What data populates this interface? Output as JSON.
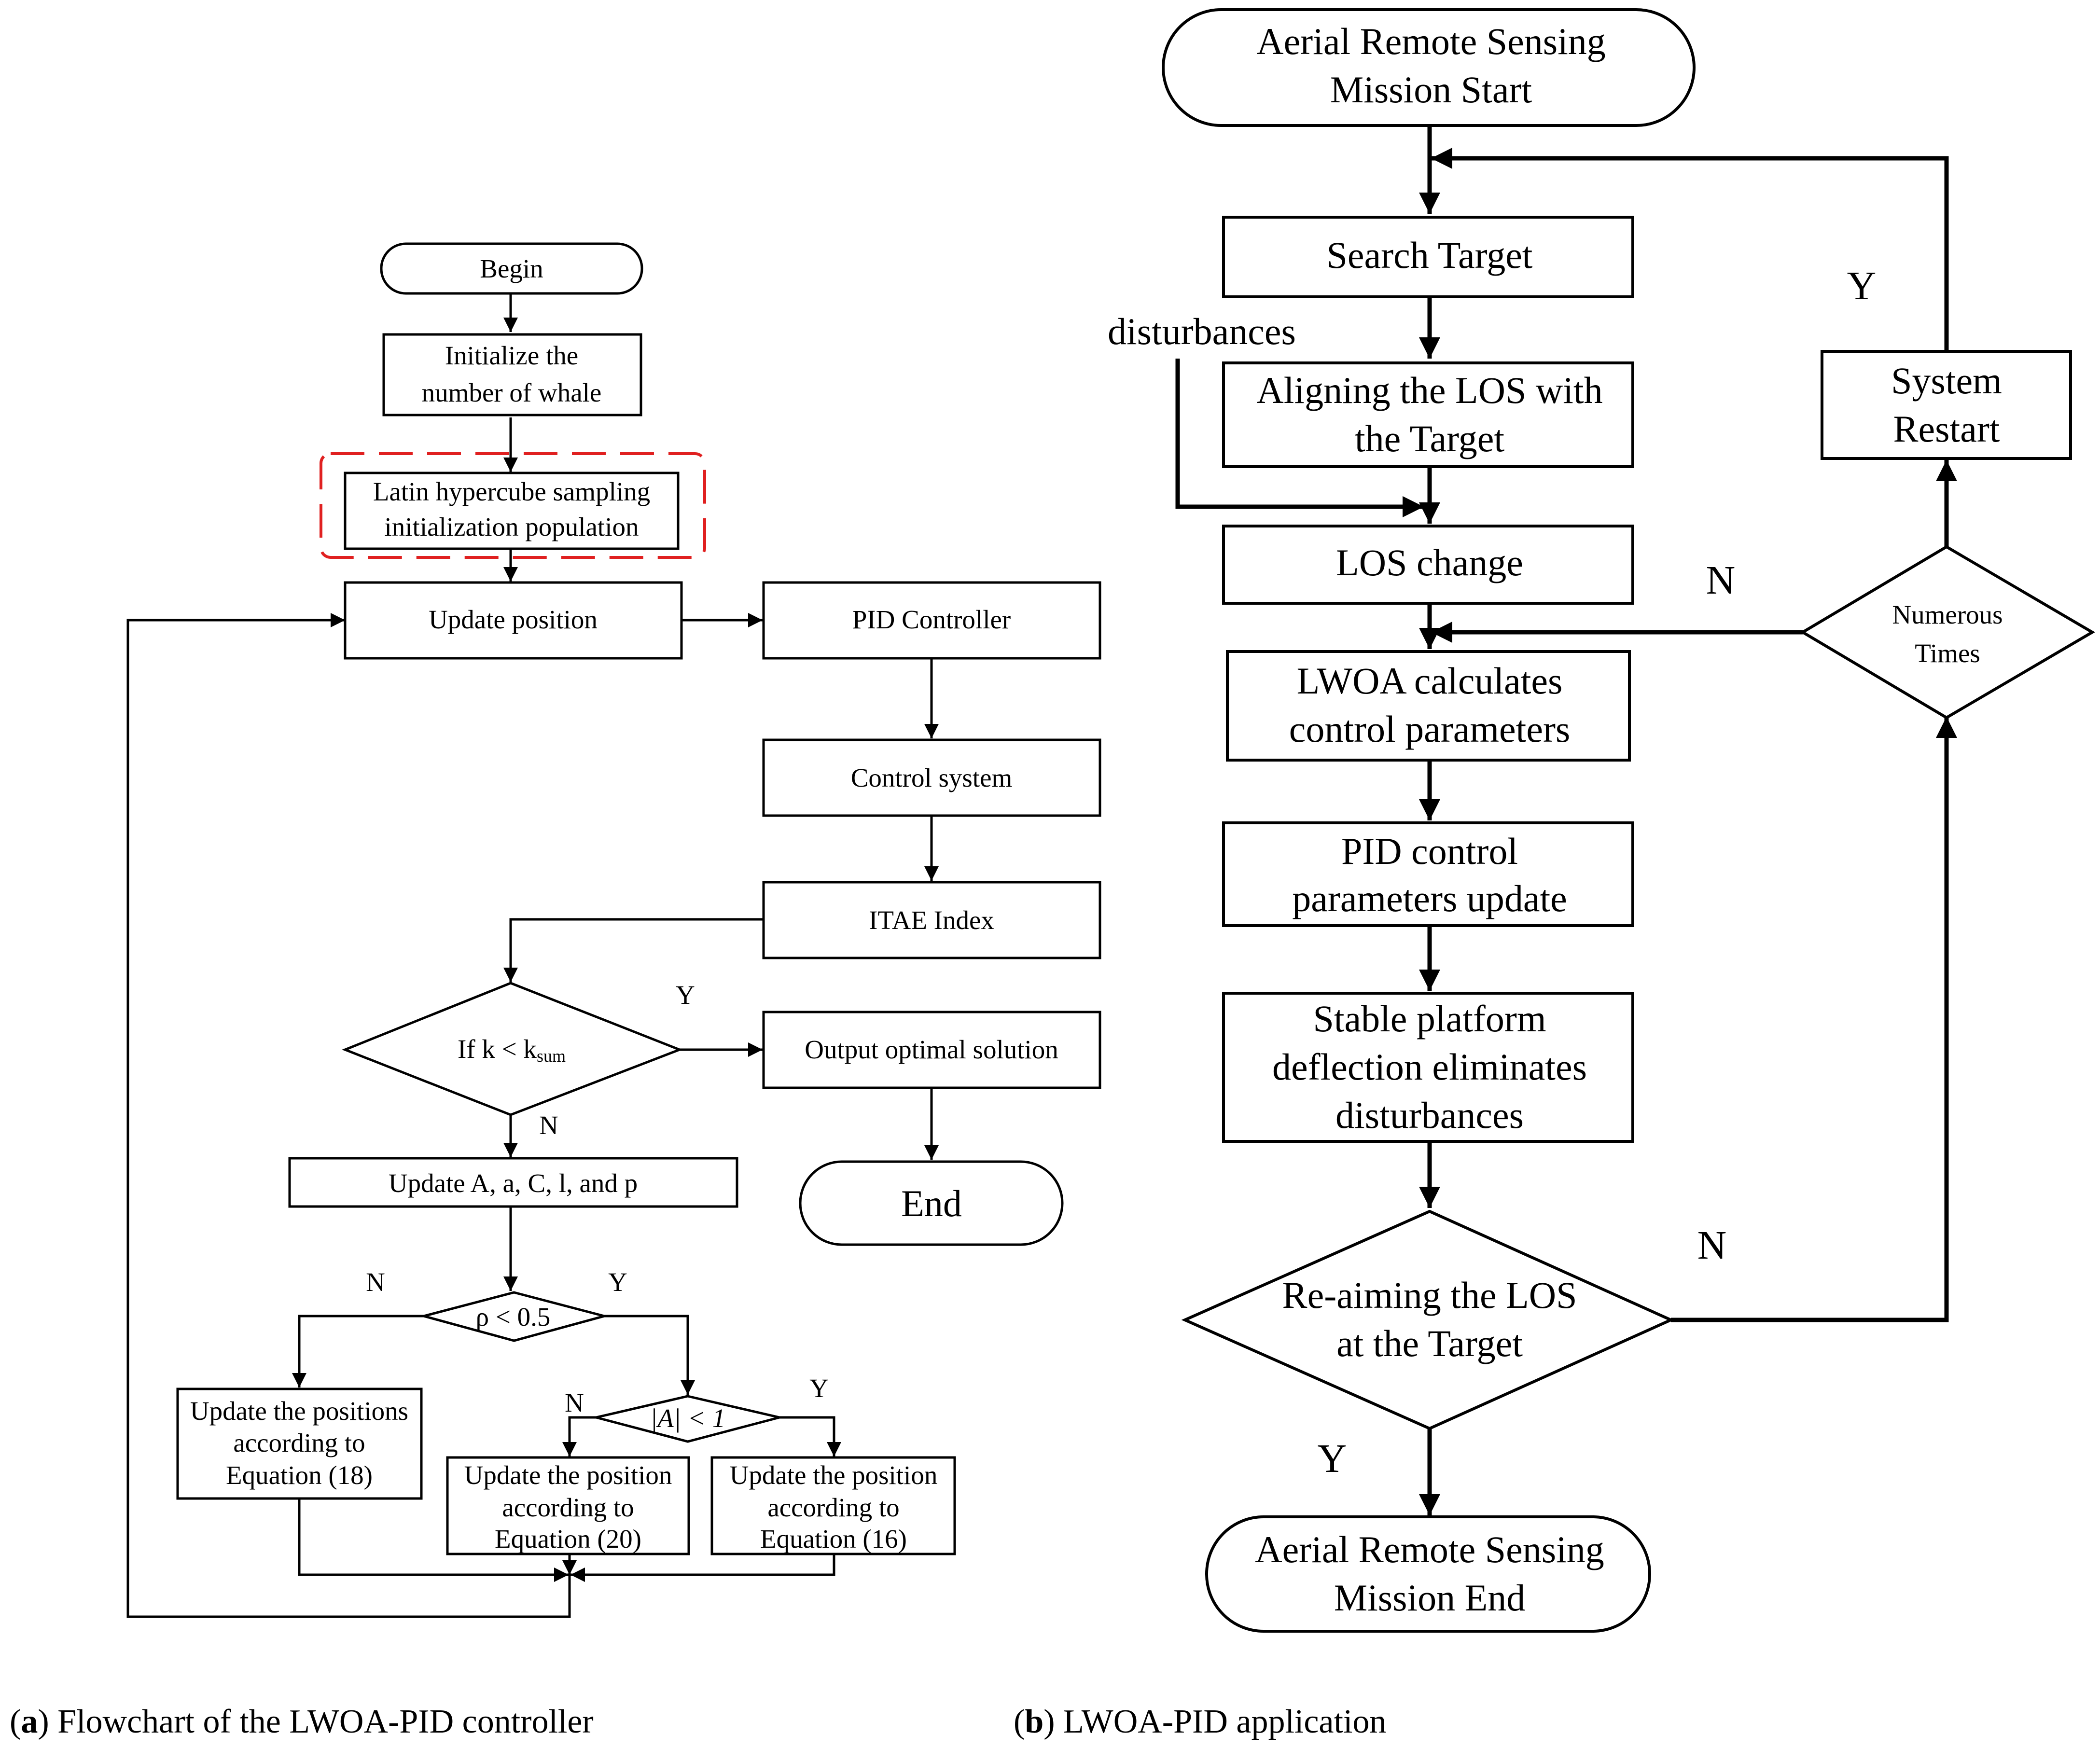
{
  "panel_a": {
    "begin": "Begin",
    "init_whale": [
      "Initialize the",
      "number of whale"
    ],
    "latin": [
      "Latin hypercube sampling",
      "initialization population"
    ],
    "update_position": "Update position",
    "pid_controller": "PID Controller",
    "control_system": "Control system",
    "itae": "ITAE Index",
    "if_k_prefix": "If  k < k",
    "if_k_sub": "sum",
    "output_optimal": "Output optimal solution",
    "end": "End",
    "update_params": "Update A, a, C, l, and p",
    "p_cond": "ρ < 0.5",
    "a_cond": "|A| < 1",
    "eq18": [
      "Update the positions",
      "according to",
      "Equation (18)"
    ],
    "eq20": [
      "Update the position",
      "according to",
      "Equation (20)"
    ],
    "eq16": [
      "Update the position",
      "according to",
      "Equation (16)"
    ],
    "y": "Y",
    "n": "N",
    "caption_bold": "a",
    "caption_text": ") Flowchart of the LWOA-PID controller"
  },
  "panel_b": {
    "start": [
      "Aerial Remote Sensing",
      "Mission Start"
    ],
    "search": "Search Target",
    "disturbances": "disturbances",
    "align": [
      "Aligning the LOS with",
      "the Target"
    ],
    "los_change": "LOS change",
    "lwoa": [
      "LWOA calculates",
      "control parameters"
    ],
    "pid_update": [
      "PID control",
      "parameters update"
    ],
    "stable": [
      "Stable platform",
      "deflection eliminates",
      "disturbances"
    ],
    "reaim": [
      "Re-aiming the LOS",
      "at the Target"
    ],
    "end": [
      "Aerial Remote Sensing",
      "Mission End"
    ],
    "numerous": [
      "Numerous",
      "Times"
    ],
    "restart": [
      "System",
      "Restart"
    ],
    "y": "Y",
    "n": "N",
    "caption_bold": "b",
    "caption_text": ") LWOA-PID application"
  },
  "colors": {
    "highlight_dash": "#e02020",
    "line": "#000000"
  }
}
